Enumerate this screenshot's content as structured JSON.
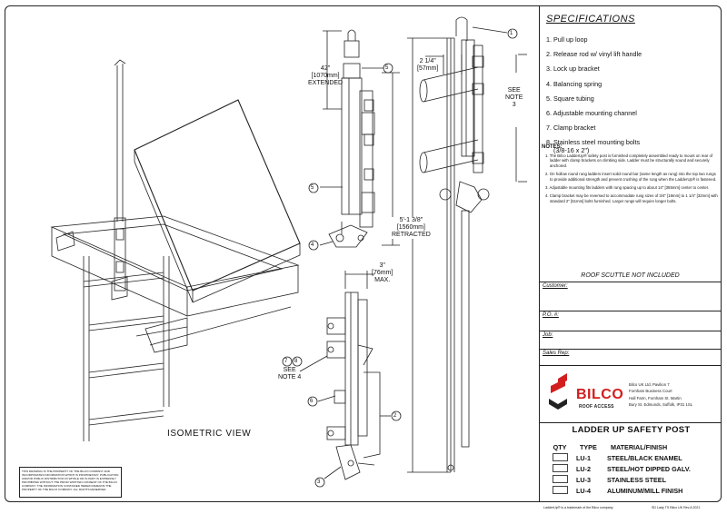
{
  "spec": {
    "title": "SPECIFICATIONS",
    "items": [
      "1. Pull up loop",
      "2. Release rod w/ vinyl lift handle",
      "3. Lock up bracket",
      "4. Balancing spring",
      "5. Square tubing",
      "6. Adjustable mounting channel",
      "7. Clamp bracket",
      "8. Stainless steel mounting bolts",
      "(3/8-16 x 2\")"
    ],
    "notes_heading": "NOTES:",
    "notes": [
      "1. The Bilco LadderUp® safety post is furnished completely assembled ready to mount on rear of ladder with clamp brackets on climbing side. Ladder must be structurally sound and securely anchored.",
      "2. On hollow round rung ladders insert solid round bar (same length as rung) into the top two rungs to provide additional strength and prevent crushing of the rung when the LadderUp® is fastened.",
      "3. Adjustable mounting fits ladders with rung spacing up to about 14\" [355mm] center to center.",
      "4. Clamp bracket may be reversed to accommodate rung sizes of 3/4\" [19mm] to 1 1/4\" [32mm] with standard 2\" [51mm] bolts furnished. Larger rungs will require longer bolts."
    ],
    "roof_scuttle": "ROOF SCUTTLE NOT INCLUDED"
  },
  "fields": {
    "customer": "Customer:",
    "po": "P.O. #:",
    "job": "Job:",
    "sales_rep": "Sales Rep:"
  },
  "company": {
    "brand": "BILCO",
    "subbrand": "ROOF ACCESS",
    "address": [
      "Bilco UK Ltd, Pavilion 7",
      "Fornham Business Court",
      "Hall Farm, Fornham St. Martin",
      "Bury St. Edmunds, Suffolk, IP31 1SL"
    ],
    "brand_color": "#d21e1e"
  },
  "product": {
    "title": "LADDER UP SAFETY POST",
    "headers": {
      "qty": "QTY",
      "type": "TYPE",
      "material": "MATERIAL/FINISH"
    },
    "rows": [
      {
        "type": "LU-1",
        "material": "STEEL/BLACK ENAMEL"
      },
      {
        "type": "LU-2",
        "material": "STEEL/HOT DIPPED GALV."
      },
      {
        "type": "LU-3",
        "material": "STAINLESS STEEL"
      },
      {
        "type": "LU-4",
        "material": "ALUMINUM/MILL FINISH"
      }
    ]
  },
  "drawing": {
    "iso_label": "ISOMETRIC VIEW",
    "dim_extended": "42\"",
    "dim_extended_mm": "[1070mm]",
    "dim_extended_word": "EXTENDED",
    "dim_retracted": "5'-1 3/8\"",
    "dim_retracted_mm": "[1560mm]",
    "dim_retracted_word": "RETRACTED",
    "dim_width": "2 1/4\"",
    "dim_width_mm": "[57mm]",
    "dim_max": "3\"",
    "dim_max_mm": "[76mm]",
    "dim_max_word": "MAX.",
    "see_note3": [
      "SEE",
      "NOTE",
      "3"
    ],
    "see_note4": [
      "SEE",
      "NOTE 4"
    ],
    "callouts": [
      "1",
      "2",
      "3",
      "4",
      "5",
      "6",
      "7",
      "8"
    ]
  },
  "legal": "THIS DRAWING IS THE PROPERTY OF THE BILCO COMPANY AND INCORPORATES INFORMATION WHICH IS PROPRIETARY. PUBLICATION AND/OR PUBLIC DISTRIBUTION IN WHOLE OR IN PART IS EXPRESSLY PROHIBITED WITHOUT THE PRIOR WRITTEN CONSENT OF THE BILCO COMPANY. THE INFORMATION CONTAINED HEREIN REMAINS THE PROPERTY OF THE BILCO COMPANY. ALL RIGHTS RESERVED.",
  "footer": {
    "trademark": "LadderUp® is a trademark of the Bilco company",
    "code": "SD Lady TS Bilco UK Rev.A 2021"
  }
}
